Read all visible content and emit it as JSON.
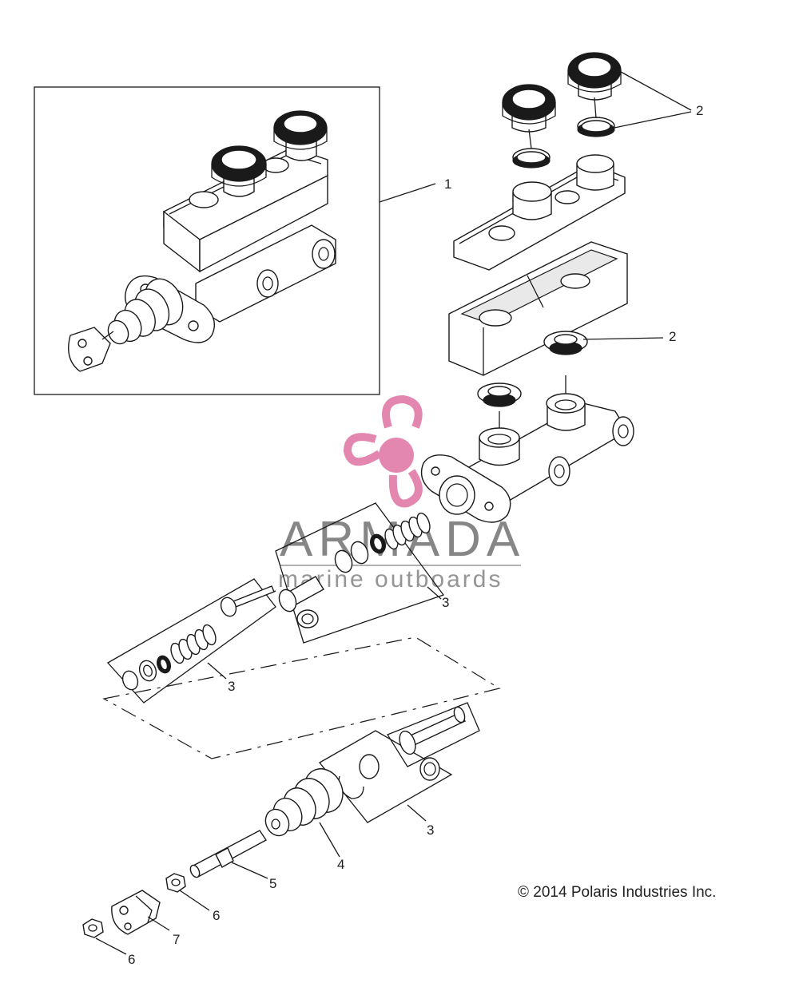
{
  "diagram": {
    "callouts": [
      {
        "id": "c1",
        "text": "1"
      },
      {
        "id": "c2a",
        "text": "2"
      },
      {
        "id": "c2b",
        "text": "2"
      },
      {
        "id": "c3a",
        "text": "3"
      },
      {
        "id": "c3b",
        "text": "3"
      },
      {
        "id": "c3c",
        "text": "3"
      },
      {
        "id": "c4",
        "text": "4"
      },
      {
        "id": "c5",
        "text": "5"
      },
      {
        "id": "c6a",
        "text": "6"
      },
      {
        "id": "c6b",
        "text": "6"
      },
      {
        "id": "c7",
        "text": "7"
      }
    ],
    "copyright": "© 2014 Polaris Industries Inc."
  },
  "watermark": {
    "brand": "ARMADA",
    "tagline": "marine outboards",
    "logo_color": "#e07aa8"
  }
}
